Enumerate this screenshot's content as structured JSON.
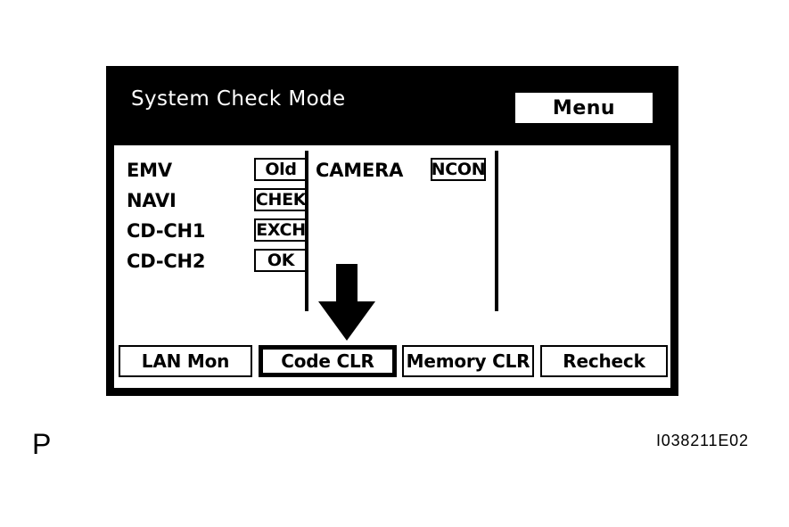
{
  "screen": {
    "header": {
      "title": "System Check Mode",
      "menu_button_label": "Menu"
    },
    "status_columns": [
      {
        "column_id": "left",
        "rows": [
          {
            "name": "EMV",
            "status": "Old"
          },
          {
            "name": "NAVI",
            "status": "CHEK"
          },
          {
            "name": "CD-CH1",
            "status": "EXCH"
          },
          {
            "name": "CD-CH2",
            "status": "OK"
          }
        ]
      },
      {
        "column_id": "right",
        "rows": [
          {
            "name": "CAMERA",
            "status": "NCON"
          }
        ]
      }
    ],
    "arrow": {
      "direction": "down",
      "color": "#000000"
    },
    "bottom_buttons": [
      {
        "label": "LAN Mon",
        "selected": false
      },
      {
        "label": "Code CLR",
        "selected": true
      },
      {
        "label": "Memory CLR",
        "selected": false
      },
      {
        "label": "Recheck",
        "selected": false
      }
    ]
  },
  "figure": {
    "letter": "P",
    "code": "I038211E02"
  },
  "colors": {
    "frame": "#000000",
    "panel": "#ffffff",
    "text_on_dark": "#ffffff",
    "text_on_light": "#000000"
  }
}
